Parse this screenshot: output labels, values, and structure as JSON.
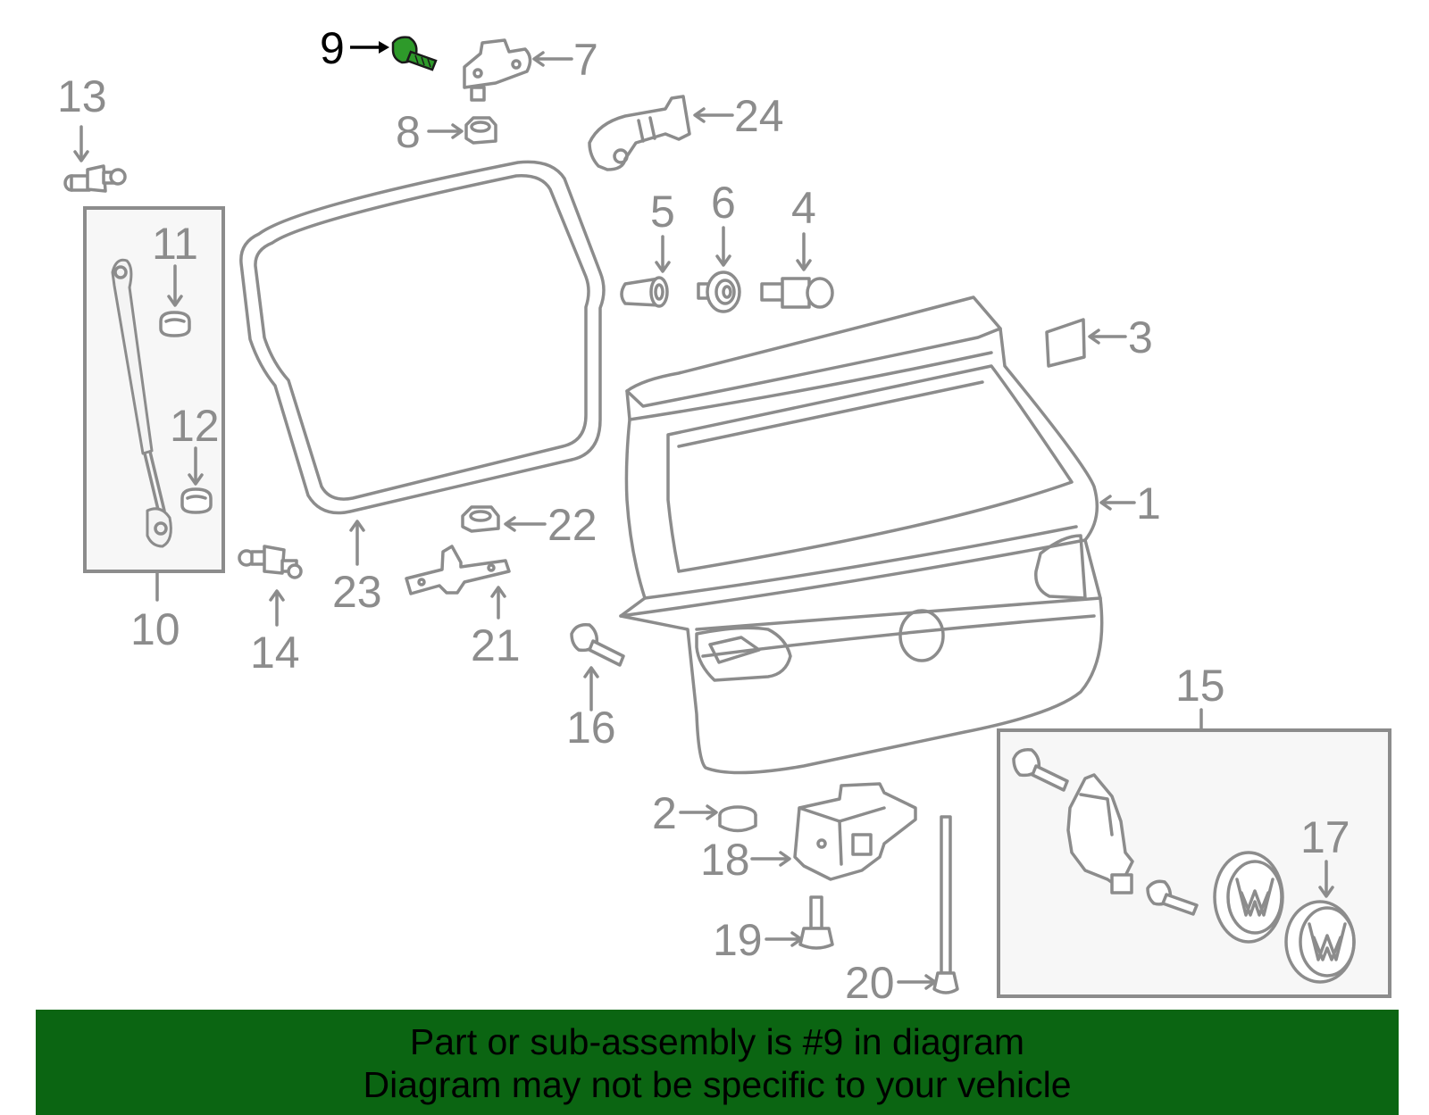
{
  "diagram": {
    "highlighted_part": "9",
    "callouts": [
      {
        "id": "c1",
        "label": "1"
      },
      {
        "id": "c2",
        "label": "2"
      },
      {
        "id": "c3",
        "label": "3"
      },
      {
        "id": "c4",
        "label": "4"
      },
      {
        "id": "c5",
        "label": "5"
      },
      {
        "id": "c6",
        "label": "6"
      },
      {
        "id": "c7",
        "label": "7"
      },
      {
        "id": "c8",
        "label": "8"
      },
      {
        "id": "c9",
        "label": "9"
      },
      {
        "id": "c10",
        "label": "10"
      },
      {
        "id": "c11",
        "label": "11"
      },
      {
        "id": "c12",
        "label": "12"
      },
      {
        "id": "c13",
        "label": "13"
      },
      {
        "id": "c14",
        "label": "14"
      },
      {
        "id": "c15",
        "label": "15"
      },
      {
        "id": "c16",
        "label": "16"
      },
      {
        "id": "c17",
        "label": "17"
      },
      {
        "id": "c18",
        "label": "18"
      },
      {
        "id": "c19",
        "label": "19"
      },
      {
        "id": "c20",
        "label": "20"
      },
      {
        "id": "c21",
        "label": "21"
      },
      {
        "id": "c22",
        "label": "22"
      },
      {
        "id": "c23",
        "label": "23"
      },
      {
        "id": "c24",
        "label": "24"
      }
    ],
    "highlight_color": "#2e9a2a",
    "line_color": "#8c8c8c"
  },
  "banner": {
    "line1": "Part or sub-assembly is #9 in diagram",
    "line2": "Diagram may not be specific to your vehicle",
    "background": "#0b6512"
  }
}
